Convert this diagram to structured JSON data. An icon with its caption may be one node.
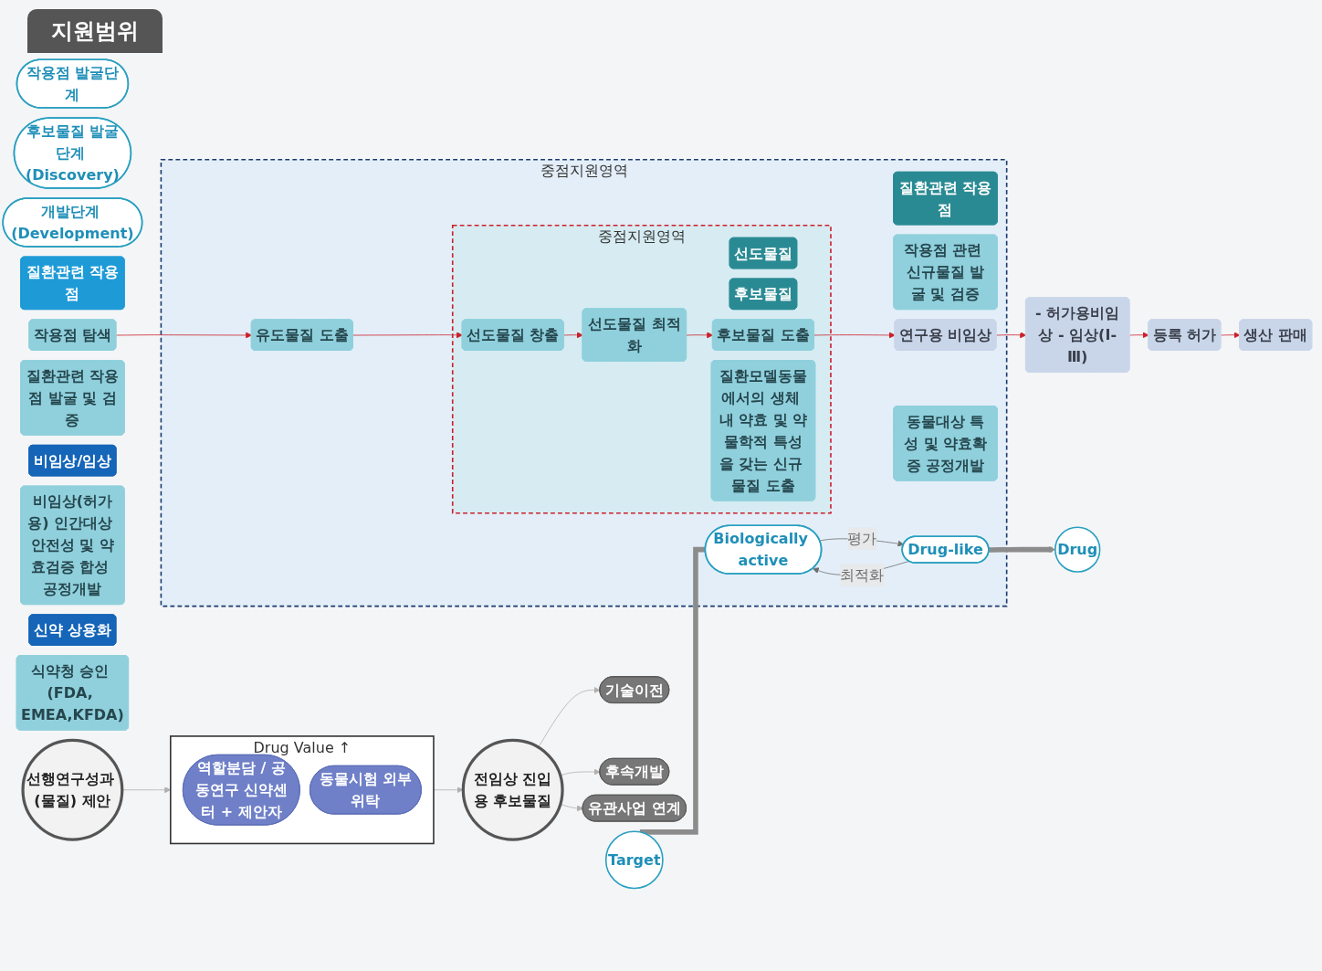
{
  "diagram": {
    "title": "지원범위",
    "nodes": [
      {
        "text": [
          "작용점 발굴단계"
        ]
      },
      {
        "text": [
          "후보물질 발굴단계 (Discovery)"
        ]
      },
      {
        "text": [
          "개발단계 (Development)"
        ]
      },
      {
        "text": [
          "질환관련 작용점"
        ]
      },
      {
        "text": [
          "작용점 탐색"
        ]
      },
      {
        "text": [
          "질환관련 작용점 발굴 및 검증"
        ]
      },
      {
        "text": [
          "중점지원영역"
        ]
      },
      {
        "text": [
          "질환관련 작용점"
        ],
        "in": 6
      },
      {
        "text": [
          "유도물질 도출"
        ],
        "in": 6
      },
      {
        "text": [
          "작용점 관련 신규물질 발굴 및 검증"
        ],
        "in": 6
      },
      {
        "text": [
          "중점지원영역"
        ],
        "in": 6
      },
      {
        "text": [
          "선도물질"
        ],
        "in": 10
      },
      {
        "text": [
          "후보물질"
        ],
        "in": 10
      },
      {
        "text": [
          "선도물질 창출"
        ],
        "in": 10
      },
      {
        "text": [
          "선도물질 최적화"
        ],
        "in": 10
      },
      {
        "text": [
          "후보물질 도출"
        ],
        "in": 10
      },
      {
        "text": [
          "질환모델동물에서의 생체 내 약효 및 약물학적 특성을 갖는 신규 물질 도출"
        ],
        "in": 10
      },
      {
        "text": [
          "비임상/임상"
        ]
      },
      {
        "text": [
          "연구용 비임상"
        ],
        "in": 6
      },
      {
        "text": [
          "동물대상 특성 및 약효확증 공정개발"
        ],
        "in": 6
      },
      {
        "text": [
          "- 허가용비임상 - 임상(Ⅰ-Ⅲ)"
        ]
      },
      {
        "text": [
          "비임상(허가용) 인간대상 안전성 및 약효검증 합성 공정개발"
        ]
      },
      {
        "text": [
          "신약 상용화"
        ]
      },
      {
        "text": [
          "등록 허가"
        ]
      },
      {
        "text": [
          "생산 판매"
        ]
      },
      {
        "text": [
          "식약청 승인 (FDA, EMEA,KFDA)"
        ]
      },
      {
        "text": [
          "Target"
        ]
      },
      {
        "text": [
          "Biologically active"
        ],
        "in": 6
      },
      {
        "text": [
          "Drug-like"
        ],
        "in": 6
      },
      {
        "text": [
          "Drug"
        ]
      },
      {
        "text": [
          "선행연구성과 (물질) 제안"
        ]
      },
      {
        "text": [
          "Drug Value ↑"
        ]
      },
      {
        "text": [
          "역할분담 / 공동연구 신약센터 + 제안자"
        ],
        "in": 31
      },
      {
        "text": [
          "동물시험 외부위탁"
        ],
        "in": 31
      },
      {
        "text": [
          "전임상 진입용 후보물질"
        ]
      },
      {
        "text": [
          "기술이전"
        ]
      },
      {
        "text": [
          "후속개발"
        ]
      },
      {
        "text": [
          "유관사업 연계"
        ]
      }
    ],
    "edges": [
      {
        "from": 4,
        "to": 8,
        "arrow": "to",
        "color": "#cc1f2a"
      },
      {
        "from": 8,
        "to": 13,
        "arrow": "to",
        "color": "#cc1f2a"
      },
      {
        "from": 13,
        "to": 14,
        "arrow": "to",
        "color": "#cc1f2a"
      },
      {
        "from": 14,
        "to": 15,
        "arrow": "to",
        "color": "#cc1f2a"
      },
      {
        "from": 15,
        "to": 18,
        "arrow": "to",
        "color": "#cc1f2a"
      },
      {
        "from": 18,
        "to": 20,
        "arrow": "to",
        "color": "#cc1f2a"
      },
      {
        "from": 20,
        "to": 23,
        "arrow": "to",
        "color": "#cc1f2a"
      },
      {
        "from": 23,
        "to": 24,
        "arrow": "to",
        "color": "#cc1f2a"
      },
      {
        "from": 26,
        "to": 27,
        "arrow": "none",
        "style": "thick",
        "color": "#8c8c8c"
      },
      {
        "from": 27,
        "to": 28,
        "arrow": "to",
        "label": "평가",
        "color": "#6e6e6e"
      },
      {
        "from": 28,
        "to": 27,
        "arrow": "to",
        "label": "최적화",
        "color": "#6e6e6e"
      },
      {
        "from": 28,
        "to": 29,
        "arrow": "to",
        "style": "thick",
        "color": "#8c8c8c"
      },
      {
        "from": 30,
        "to": 31,
        "arrow": "to",
        "color": "#b0b0b0"
      },
      {
        "from": 31,
        "to": 34,
        "arrow": "to",
        "color": "#b0b0b0"
      },
      {
        "from": 34,
        "to": 35,
        "arrow": "to",
        "color": "#b0b0b0"
      },
      {
        "from": 34,
        "to": 36,
        "arrow": "to",
        "color": "#b0b0b0"
      },
      {
        "from": 34,
        "to": 37,
        "arrow": "to",
        "color": "#b0b0b0"
      }
    ]
  }
}
